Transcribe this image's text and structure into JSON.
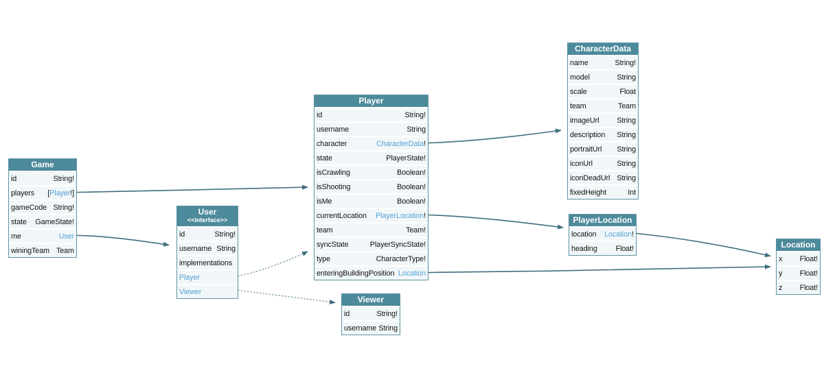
{
  "diagram": {
    "colors": {
      "background": "#ffffff",
      "header_bg": "#4d8a9b",
      "header_text": "#ffffff",
      "row_bg": "#f1f7f8",
      "border": "#5d93a3",
      "link": "#55a1d7",
      "text": "#101010",
      "arrow": "#3f6e7e",
      "arrow_dotted": "#7e9da6"
    },
    "entities": [
      {
        "id": "game",
        "title": "Game",
        "rows": [
          {
            "left": "id",
            "right": [
              {
                "t": "String!"
              }
            ]
          },
          {
            "left": "players",
            "right": [
              {
                "t": "["
              },
              {
                "t": "Player",
                "link": true
              },
              {
                "t": "!]"
              }
            ]
          },
          {
            "left": "gameCode",
            "right": [
              {
                "t": "String!"
              }
            ]
          },
          {
            "left": "state",
            "right": [
              {
                "t": "GameState!"
              }
            ]
          },
          {
            "left": "me",
            "right": [
              {
                "t": "User",
                "link": true
              }
            ]
          },
          {
            "left": "winingTeam",
            "right": [
              {
                "t": "Team"
              }
            ]
          }
        ]
      },
      {
        "id": "user",
        "title": "User",
        "subtitle": "<<interface>>",
        "rows": [
          {
            "left": "id",
            "right": [
              {
                "t": "String!"
              }
            ]
          },
          {
            "left": "username",
            "right": [
              {
                "t": "String"
              }
            ]
          },
          {
            "left": "implementations",
            "right": []
          },
          {
            "left": "Player",
            "leftLink": true,
            "right": []
          },
          {
            "left": "Viewer",
            "leftLink": true,
            "right": []
          }
        ]
      },
      {
        "id": "player",
        "title": "Player",
        "rows": [
          {
            "left": "id",
            "right": [
              {
                "t": "String!"
              }
            ]
          },
          {
            "left": "username",
            "right": [
              {
                "t": "String"
              }
            ]
          },
          {
            "left": "character",
            "right": [
              {
                "t": "CharacterData",
                "link": true
              },
              {
                "t": "!"
              }
            ]
          },
          {
            "left": "state",
            "right": [
              {
                "t": "PlayerState!"
              }
            ]
          },
          {
            "left": "isCrawling",
            "right": [
              {
                "t": "Boolean!"
              }
            ]
          },
          {
            "left": "isShooting",
            "right": [
              {
                "t": "Boolean!"
              }
            ]
          },
          {
            "left": "isMe",
            "right": [
              {
                "t": "Boolean!"
              }
            ]
          },
          {
            "left": "currentLocation",
            "right": [
              {
                "t": "PlayerLocation",
                "link": true
              },
              {
                "t": "!"
              }
            ]
          },
          {
            "left": "team",
            "right": [
              {
                "t": "Team!"
              }
            ]
          },
          {
            "left": "syncState",
            "right": [
              {
                "t": "PlayerSyncState!"
              }
            ]
          },
          {
            "left": "type",
            "right": [
              {
                "t": "CharacterType!"
              }
            ]
          },
          {
            "left": "enteringBuildingPosition",
            "right": [
              {
                "t": "Location",
                "link": true
              }
            ]
          }
        ]
      },
      {
        "id": "characterData",
        "title": "CharacterData",
        "rows": [
          {
            "left": "name",
            "right": [
              {
                "t": "String!"
              }
            ]
          },
          {
            "left": "model",
            "right": [
              {
                "t": "String"
              }
            ]
          },
          {
            "left": "scale",
            "right": [
              {
                "t": "Float"
              }
            ]
          },
          {
            "left": "team",
            "right": [
              {
                "t": "Team"
              }
            ]
          },
          {
            "left": "imageUrl",
            "right": [
              {
                "t": "String"
              }
            ]
          },
          {
            "left": "description",
            "right": [
              {
                "t": "String"
              }
            ]
          },
          {
            "left": "portraitUrl",
            "right": [
              {
                "t": "String"
              }
            ]
          },
          {
            "left": "iconUrl",
            "right": [
              {
                "t": "String"
              }
            ]
          },
          {
            "left": "iconDeadUrl",
            "right": [
              {
                "t": "String"
              }
            ]
          },
          {
            "left": "fixedHeight",
            "right": [
              {
                "t": "Int"
              }
            ]
          }
        ]
      },
      {
        "id": "playerLocation",
        "title": "PlayerLocation",
        "rows": [
          {
            "left": "location",
            "right": [
              {
                "t": "Location",
                "link": true
              },
              {
                "t": "!"
              }
            ]
          },
          {
            "left": "heading",
            "right": [
              {
                "t": "Float!"
              }
            ]
          }
        ]
      },
      {
        "id": "location",
        "title": "Location",
        "rows": [
          {
            "left": "x",
            "right": [
              {
                "t": "Float!"
              }
            ]
          },
          {
            "left": "y",
            "right": [
              {
                "t": "Float!"
              }
            ]
          },
          {
            "left": "z",
            "right": [
              {
                "t": "Float!"
              }
            ]
          }
        ]
      },
      {
        "id": "viewer",
        "title": "Viewer",
        "rows": [
          {
            "left": "id",
            "right": [
              {
                "t": "String!"
              }
            ]
          },
          {
            "left": "username",
            "right": [
              {
                "t": "String"
              }
            ]
          }
        ]
      }
    ],
    "edges": [
      {
        "id": "game-players-to-player",
        "from": "game.players",
        "to": "player",
        "style": "solid"
      },
      {
        "id": "game-me-to-user",
        "from": "game.me",
        "to": "user",
        "style": "solid"
      },
      {
        "id": "player-character-to-characterdata",
        "from": "player.character",
        "to": "characterData",
        "style": "solid"
      },
      {
        "id": "player-currentlocation-to-playerlocation",
        "from": "player.currentLocation",
        "to": "playerLocation",
        "style": "solid"
      },
      {
        "id": "player-enteringbuildingposition-to-location",
        "from": "player.enteringBuildingPosition",
        "to": "location",
        "style": "solid"
      },
      {
        "id": "playerlocation-location-to-location",
        "from": "playerLocation.location",
        "to": "location",
        "style": "solid"
      },
      {
        "id": "user-player-implementation",
        "from": "user.Player",
        "to": "player",
        "style": "dotted"
      },
      {
        "id": "user-viewer-implementation",
        "from": "user.Viewer",
        "to": "viewer",
        "style": "dotted"
      }
    ]
  }
}
